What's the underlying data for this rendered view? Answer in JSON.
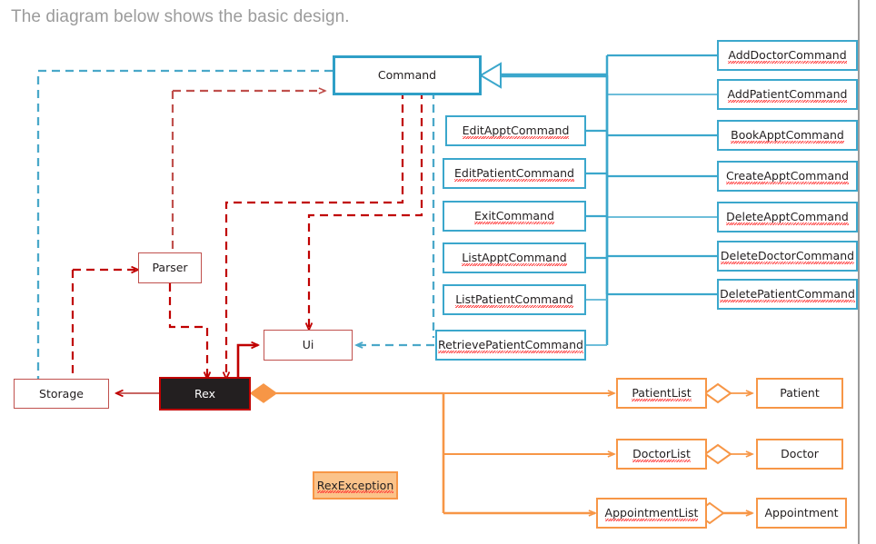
{
  "page": {
    "caption": "The diagram below shows the basic design.",
    "caption_color": "#9b9b9b",
    "background": "#ffffff"
  },
  "colors": {
    "blue": "#3ba7cc",
    "blue_dark": "#2f9fc7",
    "red": "#c0504d",
    "red_dark": "#c00000",
    "orange": "#f79646",
    "orange_fill": "#fbc38a",
    "dark_fill": "#231f20",
    "divider_gray": "#9a9a9a",
    "spellcheck_underline": "#ff2d2d"
  },
  "diagram": {
    "type": "uml-class-diagram",
    "core": {
      "command": {
        "label": "Command"
      },
      "parser": {
        "label": "Parser"
      },
      "ui": {
        "label": "Ui"
      },
      "storage": {
        "label": "Storage"
      },
      "rex": {
        "label": "Rex"
      },
      "rex_exception": {
        "label": "RexException"
      }
    },
    "command_subclasses_middle": [
      {
        "label": "EditApptCommand"
      },
      {
        "label": "EditPatientCommand"
      },
      {
        "label": "ExitCommand"
      },
      {
        "label": "ListApptCommand"
      },
      {
        "label": "ListPatientCommand"
      },
      {
        "label": "RetrievePatientCommand"
      }
    ],
    "command_subclasses_right": [
      {
        "label": "AddDoctorCommand"
      },
      {
        "label": "AddPatientCommand"
      },
      {
        "label": "BookApptCommand"
      },
      {
        "label": "CreateApptCommand"
      },
      {
        "label": "DeleteApptCommand"
      },
      {
        "label": "DeleteDoctorCommand"
      },
      {
        "label": "DeletePatientCommand"
      }
    ],
    "model_lists": [
      {
        "list_label": "PatientList",
        "entity_label": "Patient"
      },
      {
        "list_label": "DoctorList",
        "entity_label": "Doctor"
      },
      {
        "list_label": "AppointmentList",
        "entity_label": "Appointment"
      }
    ]
  }
}
